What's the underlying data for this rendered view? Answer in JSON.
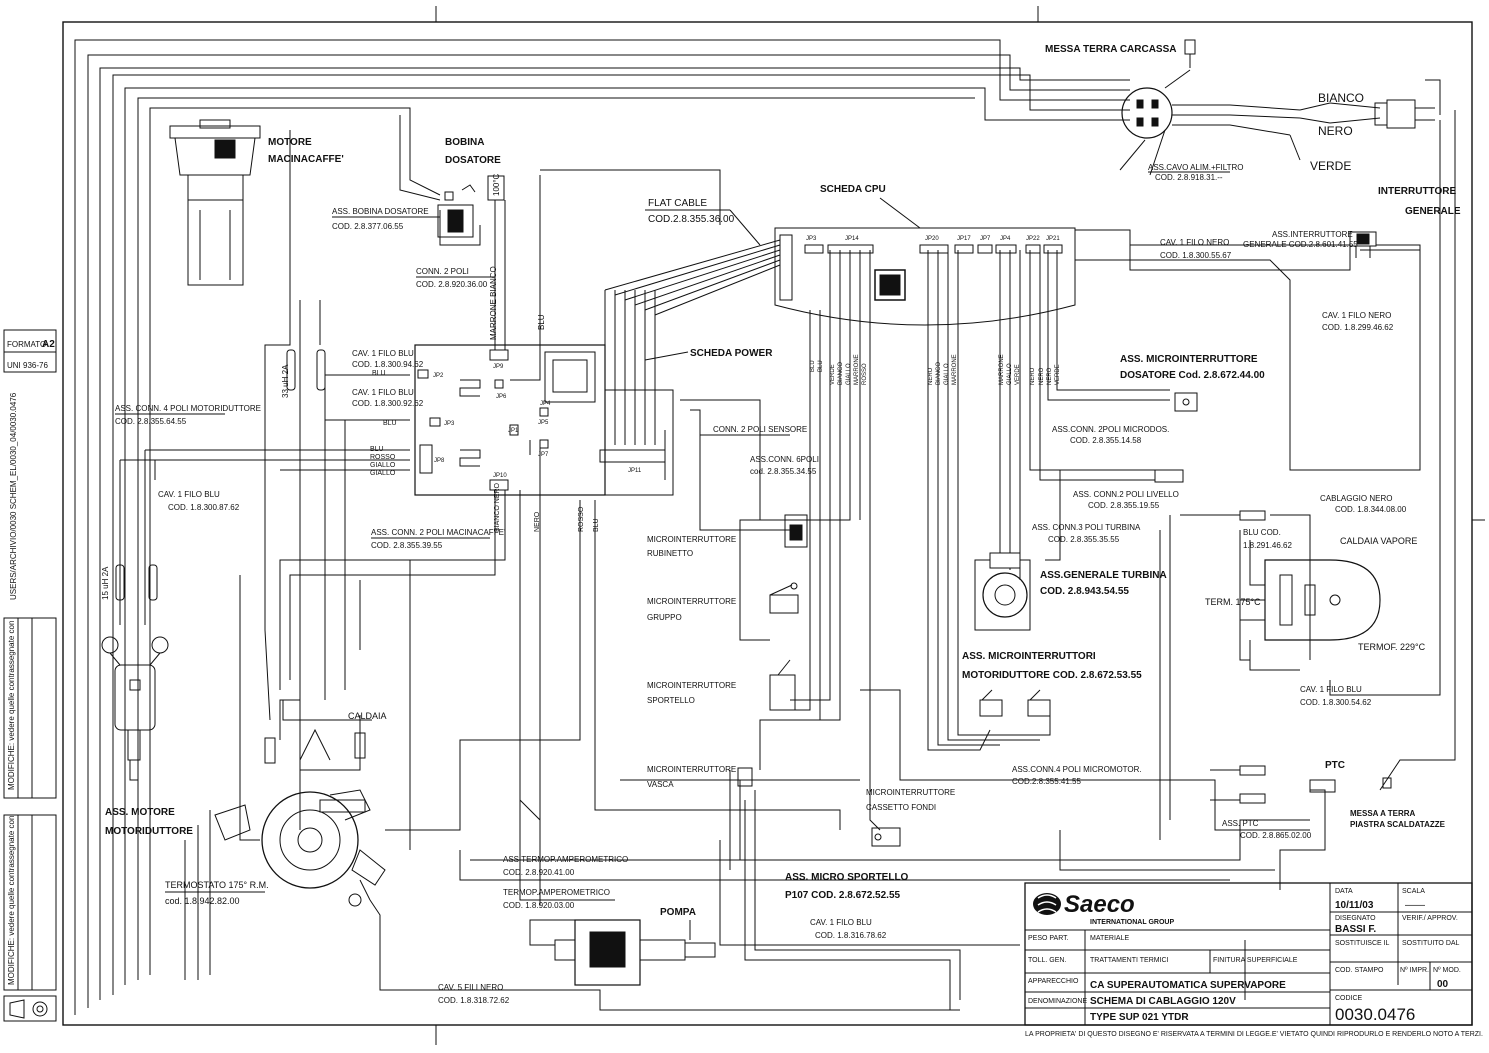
{
  "sheet_format": {
    "label": "FORMATO",
    "value": "A2",
    "standard": "UNI 936-76"
  },
  "side_path": "USERS/ARCHIVIO/0030 SCHEM_EL/0030_04/0030.0476",
  "modifiche_1": "MODIFICHE: vedere quelle contrassegnate con",
  "modifiche_2": "MODIFICHE: vedere quelle contrassegnate con",
  "components": {
    "messa_terra_carcassa": "MESSA TERRA CARCASSA",
    "bianco": "BIANCO",
    "nero": "NERO",
    "verde": "VERDE",
    "ass_cavo_alim": "ASS.CAVO ALIM.+FILTRO",
    "ass_cavo_alim_cod": "COD. 2.8.918.31.--",
    "interruttore_generale_1": "INTERRUTTORE",
    "interruttore_generale_2": "GENERALE",
    "ass_interruttore": "ASS.INTERRUTTORE",
    "ass_interruttore_cod": "GENERALE COD.2.8.601.41.55",
    "cav_filo_nero_1": "CAV. 1 FILO NERO",
    "cav_filo_nero_1_cod": "COD. 1.8.300.55.67",
    "cav_filo_nero_2": "CAV. 1 FILO NERO",
    "cav_filo_nero_2_cod": "COD. 1.8.299.46.62",
    "motore_1": "MOTORE",
    "motore_2": "MACINACAFFE'",
    "bobina_1": "BOBINA",
    "bobina_2": "DOSATORE",
    "temp_100": "100°C",
    "ass_bobina": "ASS. BOBINA DOSATORE",
    "ass_bobina_cod": "COD. 2.8.377.06.55",
    "flat_cable": "FLAT CABLE",
    "flat_cable_cod": "COD.2.8.355.36.00",
    "scheda_cpu": "SCHEDA CPU",
    "conn_2_poli": "CONN. 2 POLI",
    "conn_2_poli_cod": "COD. 2.8.920.36.00",
    "scheda_power": "SCHEDA POWER",
    "cav_filo_blu_1": "CAV. 1 FILO BLU",
    "cav_filo_blu_1_cod": "COD. 1.8.300.94.62",
    "cav_filo_blu_2": "CAV. 1 FILO BLU",
    "cav_filo_blu_2_cod": "COD. 1.8.300.92.62",
    "ass_conn_4_poli": "ASS. CONN. 4 POLI MOTORIDUTTORE",
    "ass_conn_4_poli_cod": "COD. 2.8.355.64.55",
    "inductor_33": "33 uH 2A",
    "inductor_15": "15 uH 2A",
    "cav_filo_blu_3": "CAV. 1 FILO BLU",
    "cav_filo_blu_3_cod": "COD. 1.8.300.87.62",
    "ass_conn_2_macina": "ASS. CONN. 2 POLI MACINACAFFE'",
    "ass_conn_2_macina_cod": "COD. 2.8.355.39.55",
    "conn_2_sensore": "CONN. 2 POLI SENSORE",
    "ass_conn_6poli": "ASS.CONN. 6POLI",
    "ass_conn_6poli_cod": "cod. 2.8.355.34.55",
    "ass_micro_dosatore_1": "ASS. MICROINTERRUTTORE",
    "ass_micro_dosatore_2": "DOSATORE Cod. 2.8.672.44.00",
    "ass_conn_microdos": "ASS.CONN. 2POLI MICRODOS.",
    "ass_conn_microdos_cod": "COD. 2.8.355.14.58",
    "ass_conn_livello": "ASS. CONN.2 POLI LIVELLO",
    "ass_conn_livello_cod": "COD. 2.8.355.19.55",
    "ass_conn_turbina": "ASS. CONN.3 POLI TURBINA",
    "ass_conn_turbina_cod": "COD. 2.8.355.35.55",
    "ass_turbina_1": "ASS.GENERALE TURBINA",
    "ass_turbina_2": "COD. 2.8.943.54.55",
    "cablaggio_nero": "CABLAGGIO NERO",
    "cablaggio_nero_cod": "COD. 1.8.344.08.00",
    "blu_cod": "BLU COD.",
    "blu_cod_val": "1.8.291.46.62",
    "caldaia_vapore": "CALDAIA VAPORE",
    "term_175": "TERM. 175°C",
    "termof_229": "TERMOF. 229°C",
    "cav_filo_blu_4": "CAV. 1 FILO BLU",
    "cav_filo_blu_4_cod": "COD. 1.8.300.54.62",
    "micro_rubinetto_1": "MICROINTERRUTTORE",
    "micro_rubinetto_2": "RUBINETTO",
    "micro_gruppo_1": "MICROINTERRUTTORE",
    "micro_gruppo_2": "GRUPPO",
    "micro_sportello_1": "MICROINTERRUTTORE",
    "micro_sportello_2": "SPORTELLO",
    "micro_vasca_1": "MICROINTERRUTTORE",
    "micro_vasca_2": "VASCA",
    "micro_cassetto_1": "MICROINTERRUTTORE",
    "micro_cassetto_2": "CASSETTO FONDI",
    "ass_micro_motorid_1": "ASS. MICROINTERRUTTORI",
    "ass_micro_motorid_2": "MOTORIDUTTORE COD. 2.8.672.53.55",
    "ass_conn_micromotor": "ASS.CONN.4 POLI MICROMOTOR.",
    "ass_conn_micromotor_cod": "COD.2.8.355.41.55",
    "ptc": "PTC",
    "ass_ptc": "ASS. PTC",
    "ass_ptc_cod": "COD. 2.8.865.02.00",
    "messa_terra_piastra_1": "MESSA A TERRA",
    "messa_terra_piastra_2": "PIASTRA SCALDATAZZE",
    "caldaia": "CALDAIA",
    "ass_motore_1": "ASS. MOTORE",
    "ass_motore_2": "MOTORIDUTTORE",
    "termostato": "TERMOSTATO 175° R.M.",
    "termostato_cod": "cod. 1.8.942.82.00",
    "ass_termop_1": "ASS.TERMOP.AMPEROMETRICO",
    "ass_termop_1_cod": "COD. 2.8.920.41.00",
    "termop_2": "TERMOP.AMPEROMETRICO",
    "termop_2_cod": "COD. 1.8.920.03.00",
    "pompa": "POMPA",
    "cav_5_fili": "CAV. 5 FILI NERO",
    "cav_5_fili_cod": "COD. 1.8.318.72.62",
    "ass_micro_sportello_1": "ASS. MICRO SPORTELLO",
    "ass_micro_sportello_2": "P107 COD. 2.8.672.52.55",
    "cav_filo_blu_5": "CAV. 1 FILO BLU",
    "cav_filo_blu_5_cod": "COD. 1.8.316.78.62"
  },
  "connectors": {
    "jp2": "JP2",
    "jp3": "JP3",
    "jp8": "JP8",
    "jp9": "JP9",
    "jp6": "JP6",
    "jp1": "JP1",
    "jp5": "JP5",
    "jp4": "JP4",
    "jp7": "JP7",
    "jp10": "JP10",
    "jp11": "JP11",
    "cpu_jp3": "JP3",
    "cpu_jp14": "JP14",
    "cpu_jp20": "JP20",
    "cpu_jp17": "JP17",
    "cpu_jp7": "JP7",
    "cpu_jp4": "JP4",
    "cpu_jp22": "JP22",
    "cpu_jp21": "JP21"
  },
  "wires": {
    "blu": "BLU",
    "rosso": "ROSSO",
    "giallo": "GIALLO",
    "nero": "NERO",
    "bianco": "BIANCO",
    "marrone": "MARRONE",
    "verde": "VERDE",
    "marrone_bianco": "MARRONE BIANCO",
    "bianco_nero": "BIANCO NERO"
  },
  "title_block": {
    "brand": "Saeco",
    "brand_sub": "INTERNATIONAL GROUP",
    "data_label": "DATA",
    "data_value": "10/11/03",
    "scala_label": "SCALA",
    "scala_value": "——",
    "disegnato_label": "DISEGNATO",
    "disegnato_value": "BASSI F.",
    "verif_label": "VERIF./ APPROV.",
    "sostituisce_label": "SOSTITUISCE IL",
    "sostituito_label": "SOSTITUITO DAL",
    "peso_label": "PESO PART.",
    "materiale_label": "MATERIALE",
    "toll_label": "TOLL. GEN.",
    "trattamenti_label": "TRATTAMENTI TERMICI",
    "finitura_label": "FINITURA SUPERFICIALE",
    "cod_stampo_label": "COD. STAMPO",
    "nr_impr_label": "Nº IMPR.",
    "nr_mod_label": "Nº MOD.",
    "nr_mod_value": "00",
    "apparecchio_label": "APPARECCHIO",
    "apparecchio_value": "CA SUPERAUTOMATICA SUPERVAPORE",
    "denominazione_label": "DENOMINAZIONE",
    "denominazione_value": "SCHEMA DI CABLAGGIO 120V",
    "type_value": "TYPE SUP 021 YTDR",
    "codice_label": "CODICE",
    "codice_value": "0030.0476",
    "footer": "LA PROPRIETA' DI QUESTO DISEGNO E' RISERVATA A TERMINI DI LEGGE.E' VIETATO QUINDI RIPRODURLO E RENDERLO NOTO A TERZI."
  }
}
